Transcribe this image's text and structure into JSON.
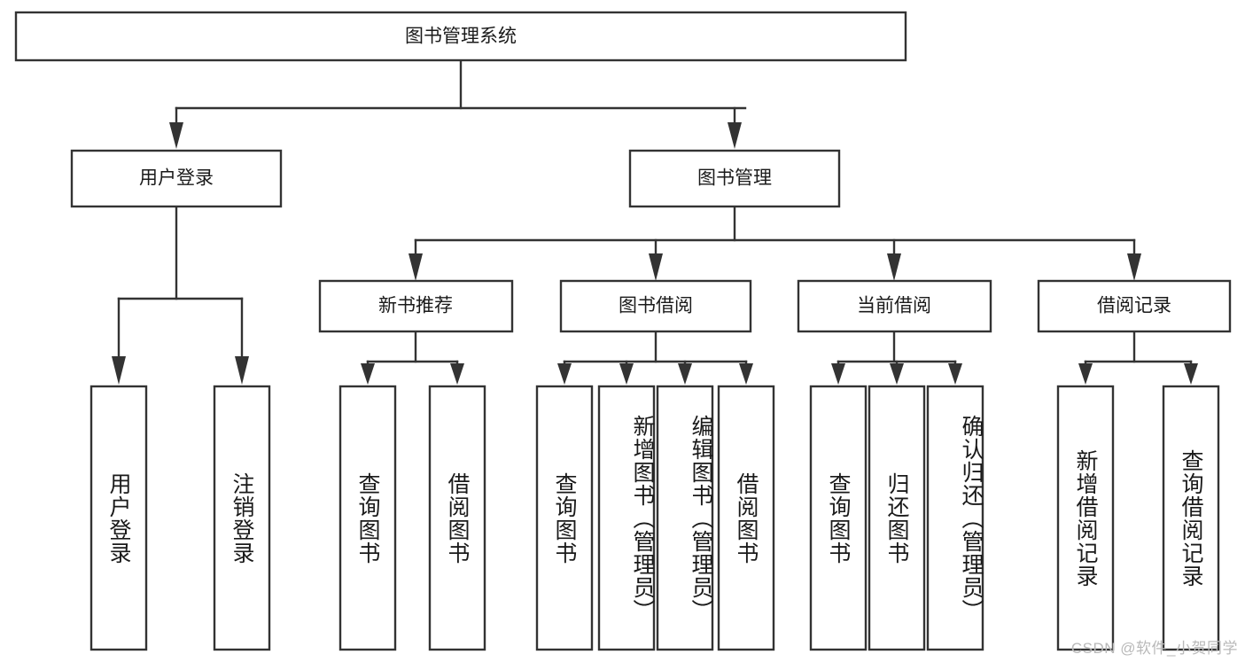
{
  "diagram": {
    "title": "图书管理系统",
    "type": "tree-hierarchy",
    "watermark": "CSDN @软件_小贺同学",
    "colors": {
      "stroke": "#333333",
      "box_fill": "#ffffff",
      "text": "#1a1a1a",
      "background": "#ffffff",
      "watermark": "#b9b9b9"
    },
    "root": {
      "label": "图书管理系统"
    },
    "level2": [
      {
        "label": "用户登录"
      },
      {
        "label": "图书管理"
      }
    ],
    "level3": [
      {
        "label": "新书推荐"
      },
      {
        "label": "图书借阅"
      },
      {
        "label": "当前借阅"
      },
      {
        "label": "借阅记录"
      }
    ],
    "leaves": {
      "user_login": [
        {
          "label": "用户登录"
        },
        {
          "label": "注销登录"
        }
      ],
      "new_book_recommend": [
        {
          "label": "查询图书"
        },
        {
          "label": "借阅图书"
        }
      ],
      "book_borrow": [
        {
          "label": "查询图书"
        },
        {
          "label": "新增图书（管理员）"
        },
        {
          "label": "编辑图书（管理员）"
        },
        {
          "label": "借阅图书"
        }
      ],
      "current_borrow": [
        {
          "label": "查询图书"
        },
        {
          "label": "归还图书"
        },
        {
          "label": "确认归还（管理员）"
        }
      ],
      "borrow_records": [
        {
          "label": "新增借阅记录"
        },
        {
          "label": "查询借阅记录"
        }
      ]
    }
  }
}
